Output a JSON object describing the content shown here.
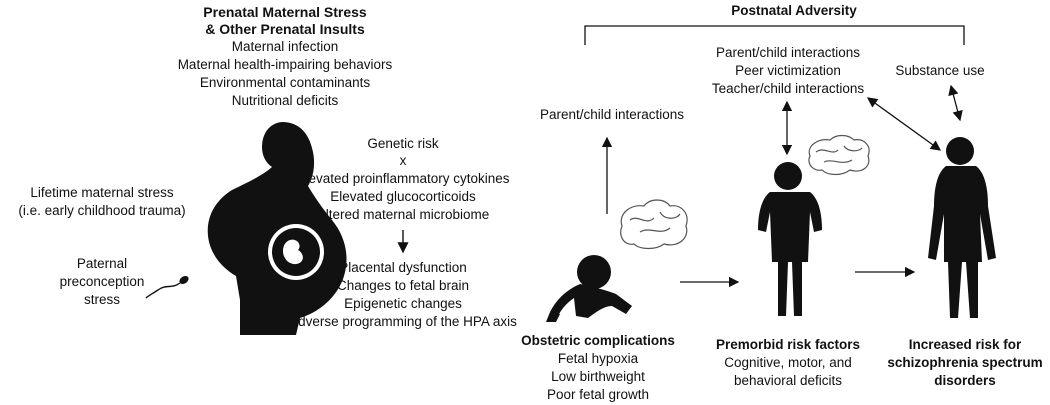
{
  "prenatal": {
    "title_line1": "Prenatal Maternal Stress",
    "title_line2": "& Other Prenatal Insults",
    "items": [
      "Maternal infection",
      "Maternal health-impairing behaviors",
      "Environmental contaminants",
      "Nutritional deficits"
    ]
  },
  "mechanisms": {
    "genetic": "Genetic risk",
    "times": "x",
    "items": [
      "Elevated proinflammatory cytokines",
      "Elevated glucocorticoids",
      "Altered maternal microbiome"
    ]
  },
  "outcomes": {
    "items": [
      "Placental dysfunction",
      "Changes to fetal brain",
      "Epigenetic changes",
      "Adverse programming of the HPA axis"
    ]
  },
  "lifetime_stress": {
    "line1": "Lifetime maternal stress",
    "line2": "(i.e. early childhood trauma)"
  },
  "paternal": {
    "line1": "Paternal",
    "line2": "preconception",
    "line3": "stress"
  },
  "postnatal": {
    "title": "Postnatal Adversity",
    "infant_label": "Parent/child interactions",
    "child_items": [
      "Parent/child interactions",
      "Peer victimization",
      "Teacher/child interactions"
    ],
    "adult_label": "Substance use"
  },
  "obstetric": {
    "title": "Obstetric complications",
    "items": [
      "Fetal hypoxia",
      "Low birthweight",
      "Poor fetal growth"
    ]
  },
  "premorbid": {
    "title": "Premorbid risk factors",
    "items": [
      "Cognitive, motor, and",
      "behavioral deficits"
    ]
  },
  "increased": {
    "lines": [
      "Increased risk for",
      "schizophrenia spectrum",
      "disorders"
    ]
  }
}
